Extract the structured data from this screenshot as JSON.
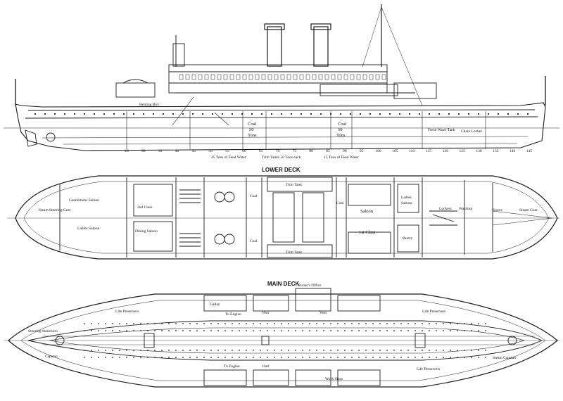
{
  "profile": {
    "labels": {
      "coal1": "Coal",
      "coal_tons": "50",
      "tons": "Tons",
      "coal2": "Coal",
      "coal2_tons": "50",
      "coal2_unit": "Tons",
      "heating_box": "Heating Box",
      "fresh_water": "Fresh Water Tank",
      "chain_locker": "Chain Locker",
      "feed_water_aft": "45 Tons of Feed Water",
      "trim_tanks": "Trim Tanks 50 Tons each",
      "feed_water_fwd": "15 Tons of Feed Water"
    },
    "frame_numbers": [
      "25",
      "30",
      "35",
      "40",
      "45",
      "50",
      "55",
      "60",
      "65",
      "70",
      "75",
      "80",
      "85",
      "90",
      "95",
      "100",
      "105",
      "110",
      "115",
      "120",
      "125",
      "130",
      "135",
      "140",
      "145"
    ]
  },
  "lower_deck": {
    "title": "LOWER DECK",
    "labels": {
      "steering": "Steam Steering Gear",
      "gents": "Gentlemens Saloon",
      "second_class": "2nd Class",
      "ladies": "Ladies Saloon",
      "dining": "Dining Saloon",
      "coal_a": "Coal",
      "coal_b": "Coal",
      "trim_top": "Trim Tank",
      "trim_bot": "Trim Tank",
      "coal_c": "Coal",
      "saloon": "Saloon",
      "first_class": "1st Class",
      "ladies_fwd": "Ladies",
      "saloon_fwd": "Saloon",
      "pantry": "Pantry",
      "lockers": "Lockers",
      "washing": "Washing",
      "stores": "Stores",
      "steam_gear": "Steam Gear"
    }
  },
  "main_deck": {
    "title": "MAIN DECK",
    "labels": {
      "purser": "Purser's Office",
      "galley": "Galley",
      "to_engine_top": "To Engine",
      "vent_top": "Vent",
      "vent_top2": "Vent",
      "life_preservers_aft": "Life Preservers",
      "life_preservers_fwd": "Life Preservers",
      "steering_stanchion": "Steering Stanchion",
      "capstan_aft": "Capstan",
      "capstan_fwd": "Steam Capstan",
      "to_engine_bot": "To Engine",
      "vent_bot": "Vent",
      "work_shop": "Work Shop",
      "life_preservers_bot": "Life Preservers"
    }
  },
  "colors": {
    "ink": "#1a1a1a",
    "paper": "#ffffff"
  }
}
